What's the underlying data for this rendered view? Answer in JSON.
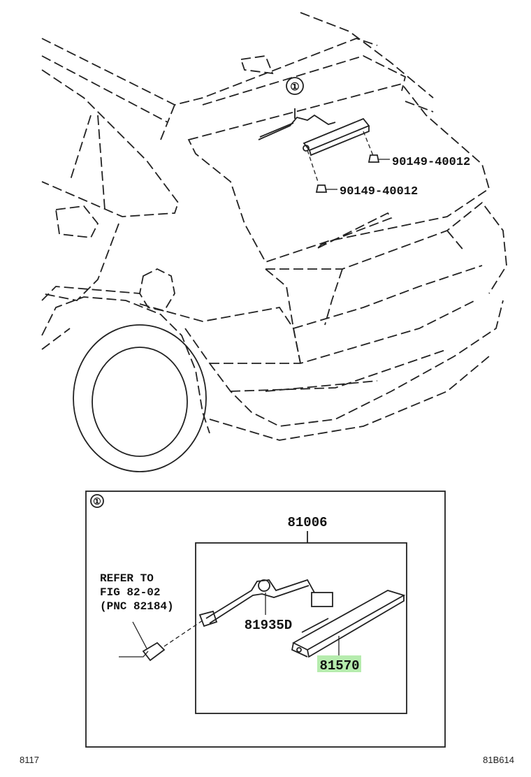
{
  "callout": {
    "symbol": "①"
  },
  "parts": {
    "clip_a": "90149-40012",
    "clip_b": "90149-40012",
    "assembly": "81006",
    "wire": "81935D",
    "lamp": "81570"
  },
  "refer": {
    "line1": "REFER TO",
    "line2": "FIG 82-02",
    "line3": "(PNC 82184)"
  },
  "footer": {
    "left": "8117",
    "right": "81B614"
  },
  "colors": {
    "highlight": "#b6ecae",
    "line": "#222222"
  }
}
